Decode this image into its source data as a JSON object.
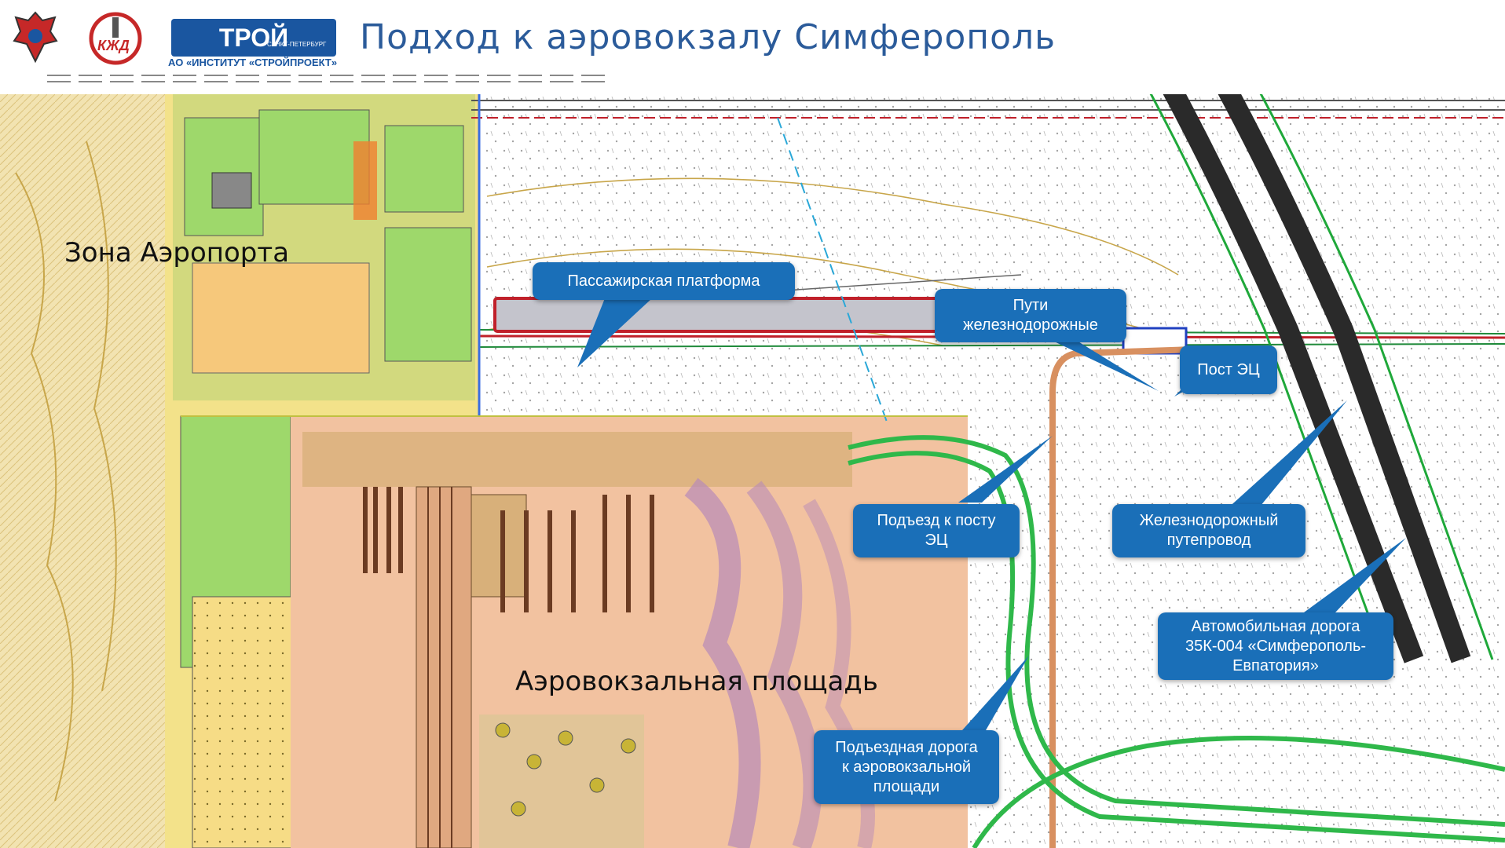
{
  "header": {
    "title": "Подход к аэровокзалу Симферополь",
    "logo_kzd": "КЖД",
    "logo_main": "ТРОЙ ПРОЕКТ",
    "logo_city": "САНКТ-ПЕТЕРБУРГ",
    "logo_company": "АО «ИНСТИТУТ «СТРОЙПРОЕКТ»"
  },
  "labels": {
    "airport_zone": "Зона Аэропорта",
    "terminal_square": "Аэровокзальная площадь"
  },
  "callouts": {
    "platform": "Пассажирская платформа",
    "tracks_line1": "Пути",
    "tracks_line2": "железнодорожные",
    "post": "Пост ЭЦ",
    "access_post_line1": "Подъезд к посту",
    "access_post_line2": "ЭЦ",
    "overpass_line1": "Железнодорожный",
    "overpass_line2": "путепровод",
    "highway_line1": "Автомобильная дорога",
    "highway_line2": "35К-004 «Симферополь-",
    "highway_line3": "Евпатория»",
    "access_road_line1": "Подъездная дорога",
    "access_road_line2": "к аэровокзальной",
    "access_road_line3": "площади"
  },
  "colors": {
    "callout": "#1a6fb8",
    "airport_zone": "#f3e28a",
    "terminal_square": "#f2c2a0",
    "green_area": "#9ed86b",
    "railway": "#2a2a2a",
    "road_green": "#2fb84a",
    "platform_border": "#c0202a"
  }
}
